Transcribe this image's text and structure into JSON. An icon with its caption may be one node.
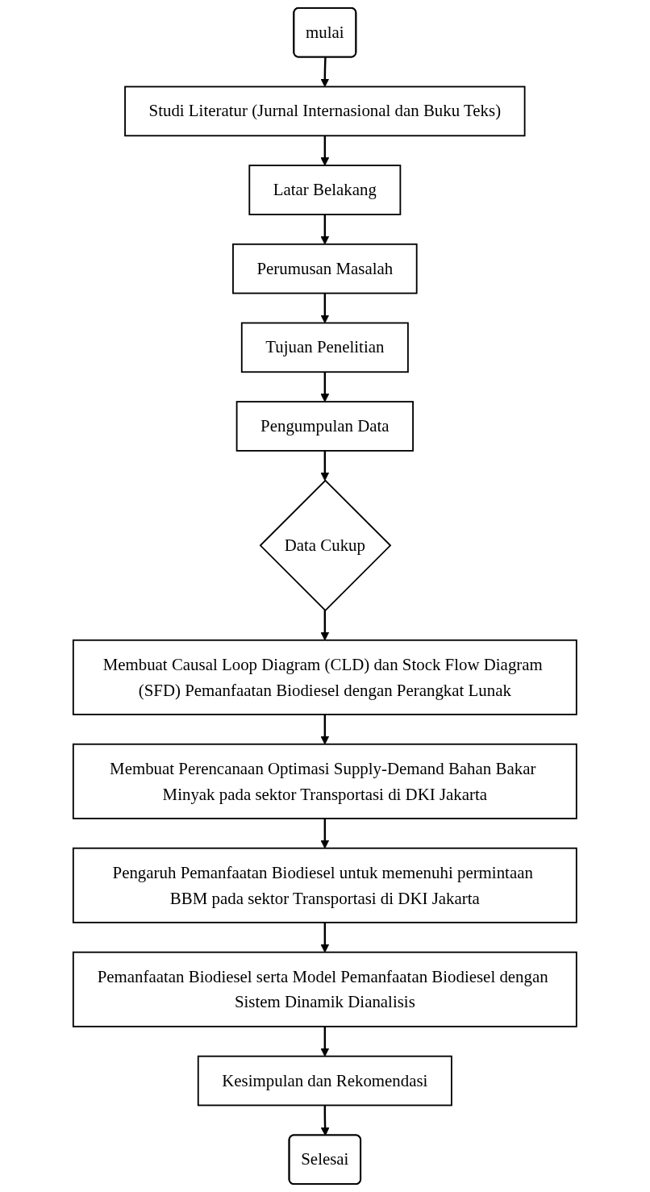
{
  "diagram": {
    "nodes": [
      {
        "text": [
          "mulai"
        ]
      },
      {
        "text": [
          "Studi Literatur (Jurnal Internasional dan Buku Teks)"
        ]
      },
      {
        "text": [
          "Latar Belakang"
        ]
      },
      {
        "text": [
          "Perumusan Masalah"
        ]
      },
      {
        "text": [
          "Tujuan Penelitian"
        ]
      },
      {
        "text": [
          "Pengumpulan Data"
        ]
      },
      {
        "text": [
          "Data Cukup"
        ]
      },
      {
        "text": [
          "Membuat Causal Loop Diagram (CLD) dan Stock Flow Diagram (SFD) Pemanfaatan Biodiesel dengan Perangkat Lunak"
        ]
      },
      {
        "text": [
          "Membuat Perencanaan Optimasi Supply-Demand Bahan Bakar Minyak pada sektor Transportasi di DKI Jakarta"
        ]
      },
      {
        "text": [
          "Pengaruh Pemanfaatan Biodiesel untuk memenuhi permintaan BBM pada sektor Transportasi di DKI Jakarta"
        ]
      },
      {
        "text": [
          "Pemanfaatan Biodiesel serta Model Pemanfaatan Biodiesel dengan Sistem Dinamik Dianalisis"
        ]
      },
      {
        "text": [
          "Kesimpulan dan Rekomendasi"
        ]
      },
      {
        "text": [
          "Selesai"
        ]
      }
    ],
    "edges": [
      {
        "from": 0,
        "to": 1,
        "arrow": "to"
      },
      {
        "from": 1,
        "to": 2,
        "arrow": "to"
      },
      {
        "from": 2,
        "to": 3,
        "arrow": "to"
      },
      {
        "from": 3,
        "to": 4,
        "arrow": "to"
      },
      {
        "from": 4,
        "to": 5,
        "arrow": "to"
      },
      {
        "from": 5,
        "to": 6,
        "arrow": "to"
      },
      {
        "from": 6,
        "to": 7,
        "arrow": "to"
      },
      {
        "from": 7,
        "to": 8,
        "arrow": "to"
      },
      {
        "from": 8,
        "to": 9,
        "arrow": "to"
      },
      {
        "from": 9,
        "to": 10,
        "arrow": "to"
      },
      {
        "from": 10,
        "to": 11,
        "arrow": "to"
      },
      {
        "from": 11,
        "to": 12,
        "arrow": "to"
      }
    ]
  }
}
